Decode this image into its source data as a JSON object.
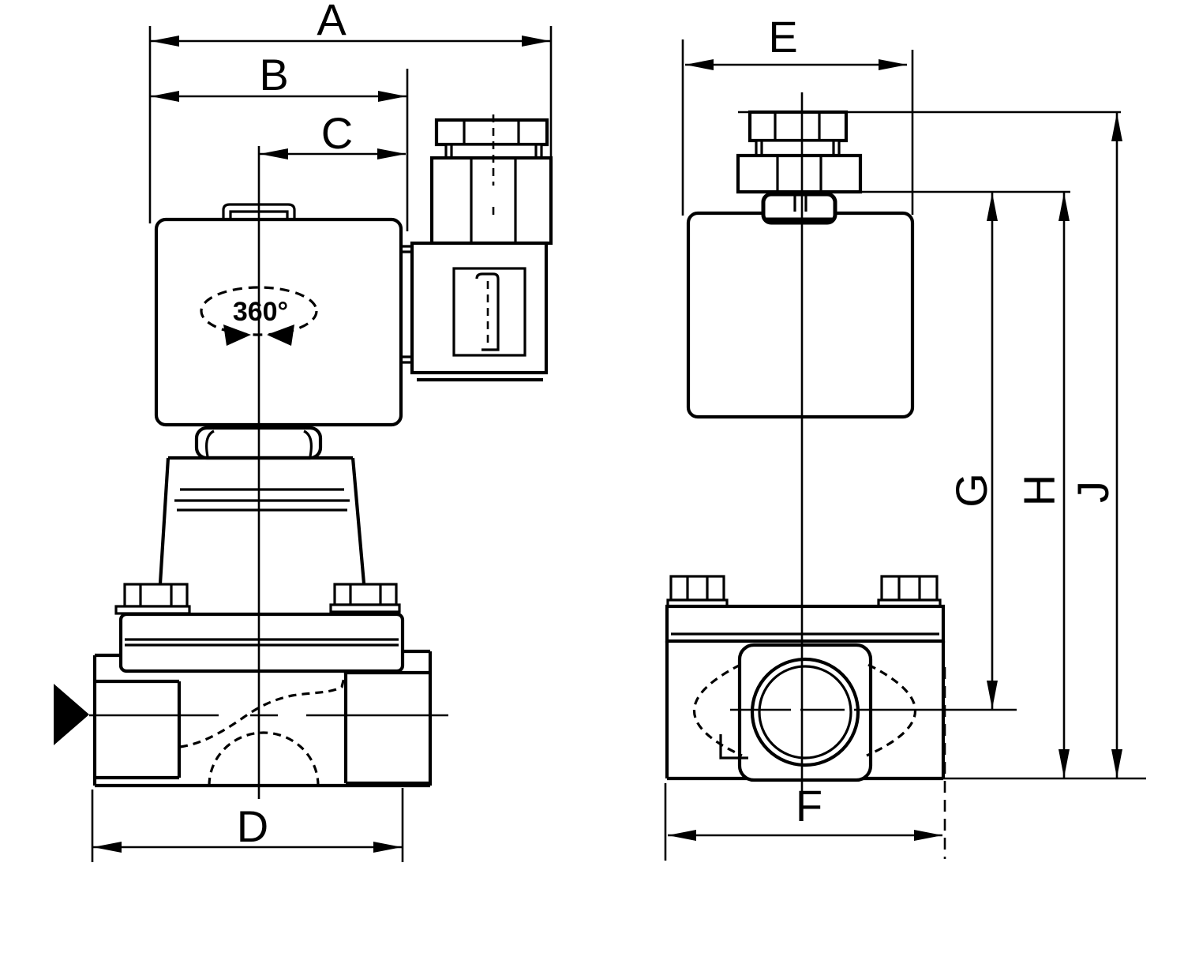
{
  "page": {
    "background_color": "#ffffff",
    "line_color": "#000000"
  },
  "views": {
    "side_view": {
      "rotation_label": "360°",
      "dimension_labels": {
        "a": "A",
        "b": "B",
        "c": "C",
        "d": "D"
      }
    },
    "front_view": {
      "dimension_labels": {
        "e": "E",
        "f": "F",
        "g": "G",
        "h": "H",
        "j": "J"
      }
    }
  }
}
